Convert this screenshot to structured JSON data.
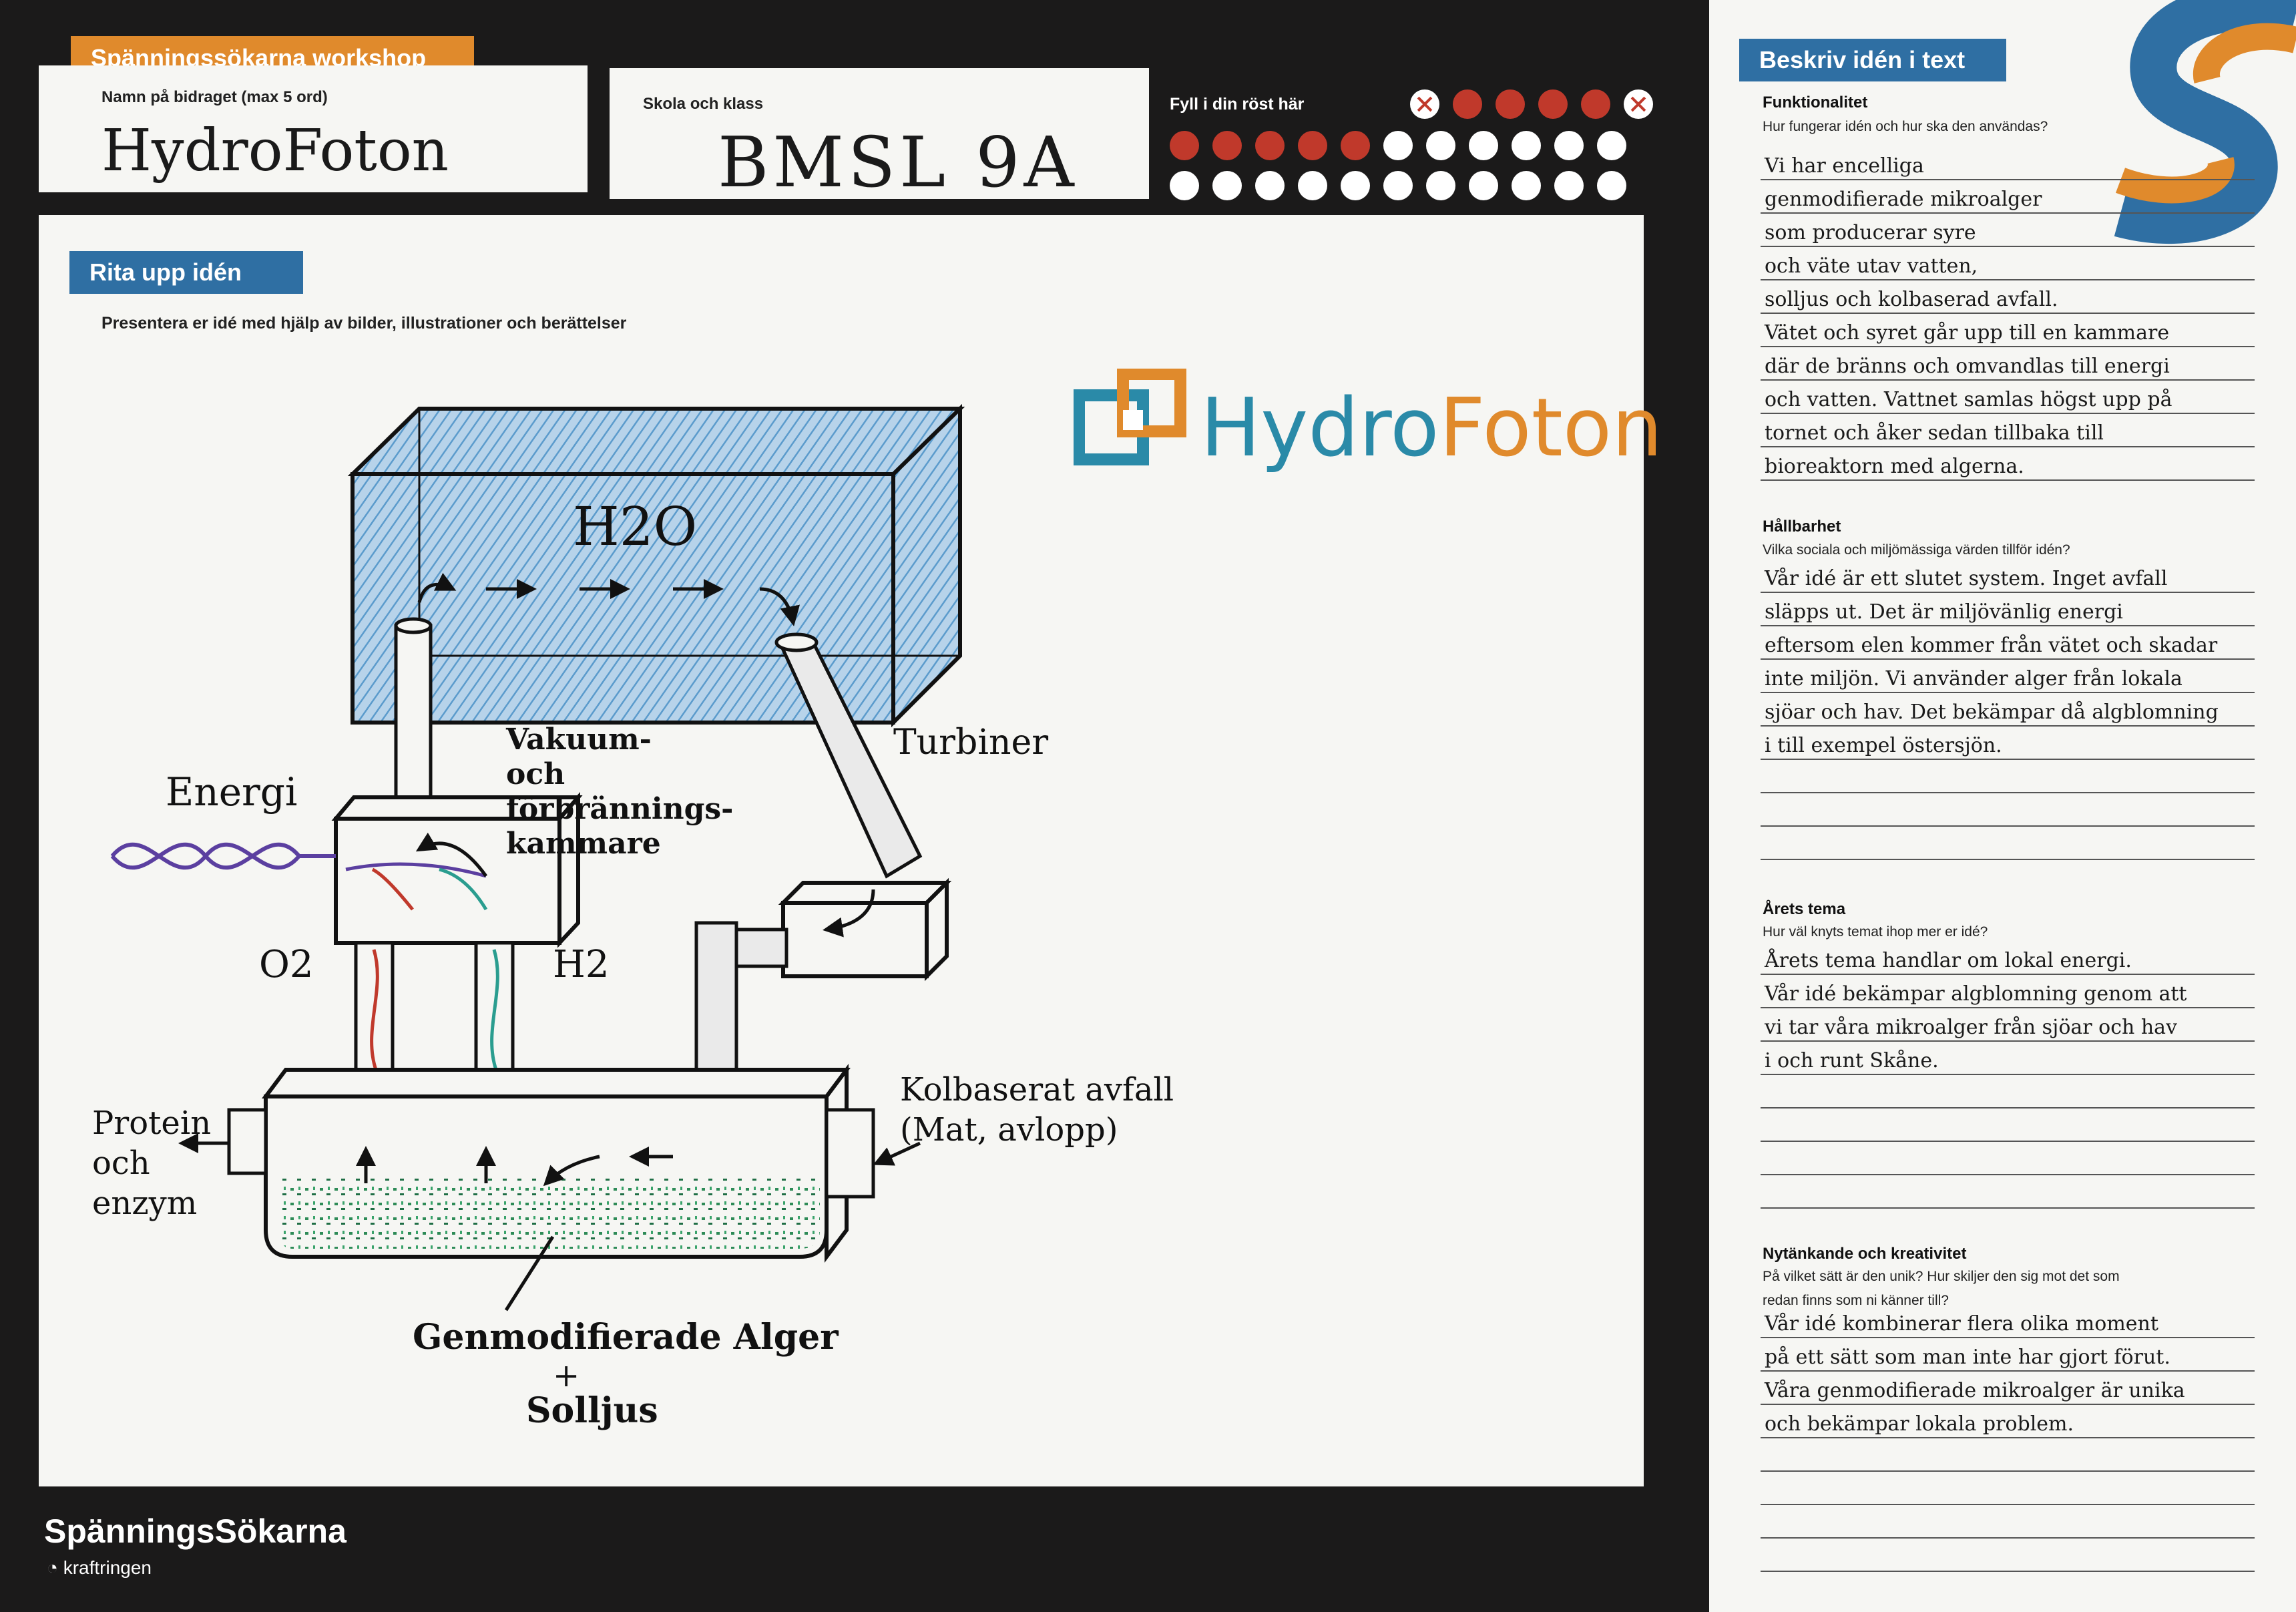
{
  "header": {
    "workshop_tag": "Spänningssökarna workshop",
    "name_label": "Namn på bidraget (max 5 ord)",
    "name_value": "HydroFoton",
    "school_label": "Skola och klass",
    "school_value": "BMSL 9A",
    "vote_label": "Fyll i din röst här",
    "votes_row1": [
      "crossed",
      "filled",
      "filled",
      "filled",
      "filled",
      "crossed"
    ],
    "votes_row2": [
      "filled",
      "filled",
      "filled",
      "filled",
      "filled",
      "empty",
      "empty",
      "empty",
      "empty",
      "empty",
      "empty"
    ],
    "votes_row3": [
      "empty",
      "empty",
      "empty",
      "empty",
      "empty",
      "empty",
      "empty",
      "empty",
      "empty",
      "empty",
      "empty"
    ]
  },
  "drawing": {
    "tag": "Rita upp idén",
    "instructions": "Presentera er idé med hjälp av bilder, illustrationer och berättelser",
    "logo_hydro": "Hydro",
    "logo_foton": "Foton",
    "labels": {
      "h2o": "H2O",
      "energi": "Energi",
      "vakuum": "Vakuum- och förbrännings- kammare",
      "turbiner": "Turbiner",
      "o2": "O2",
      "h2": "H2",
      "protein": "Protein och enzym",
      "kolbaserat": "Kolbaserat avfall (Mat, avlopp)",
      "alger": "Genmodifierade Alger",
      "plus": "+",
      "solljus": "Solljus"
    }
  },
  "footer": {
    "brand": "SpänningsSökarna",
    "partner": "kraftringen"
  },
  "colors": {
    "orange": "#e08a2c",
    "blue": "#2f6fa3",
    "teal": "#2a8aa8",
    "vote_red": "#c0392b"
  },
  "text_side": {
    "tag": "Beskriv idén i text",
    "sections": [
      {
        "title": "Funktionalitet",
        "question": "Hur fungerar idén och hur ska den användas?",
        "lines": [
          "Vi har encelliga",
          "genmodifierade mikroalger",
          "som producerar syre",
          "och väte utav vatten,",
          "solljus och kolbaserad avfall.",
          "Vätet och syret går upp till en kammare",
          "där de bränns och omvandlas till energi",
          "och vatten. Vattnet samlas högst upp på",
          "tornet och åker sedan tillbaka till",
          "bioreaktorn med algerna."
        ]
      },
      {
        "title": "Hållbarhet",
        "question": "Vilka sociala och miljömässiga värden tillför idén?",
        "lines": [
          "Vår idé är ett slutet system. Inget avfall",
          "släpps ut. Det är miljövänlig energi",
          "eftersom elen kommer från vätet och skadar",
          "inte miljön. Vi använder alger från lokala",
          "sjöar och hav. Det bekämpar då algblomning",
          "i till exempel östersjön.",
          "",
          "",
          ""
        ]
      },
      {
        "title": "Årets tema",
        "question": "Hur väl knyts temat ihop mer er idé?",
        "lines": [
          "Årets tema handlar om lokal energi.",
          "Vår idé bekämpar algblomning genom att",
          "vi tar våra mikroalger från sjöar och hav",
          "i och runt Skåne.",
          "",
          "",
          "",
          ""
        ]
      },
      {
        "title": "Nytänkande och kreativitet",
        "question": "På vilket sätt är den unik? Hur skiljer den sig mot det som redan finns som ni känner till?",
        "lines": [
          "Vår idé kombinerar flera olika moment",
          "på ett sätt som man inte har gjort förut.",
          "Våra genmodifierade mikroalger är unika",
          "och bekämpar lokala problem.",
          "",
          "",
          "",
          ""
        ]
      }
    ]
  }
}
